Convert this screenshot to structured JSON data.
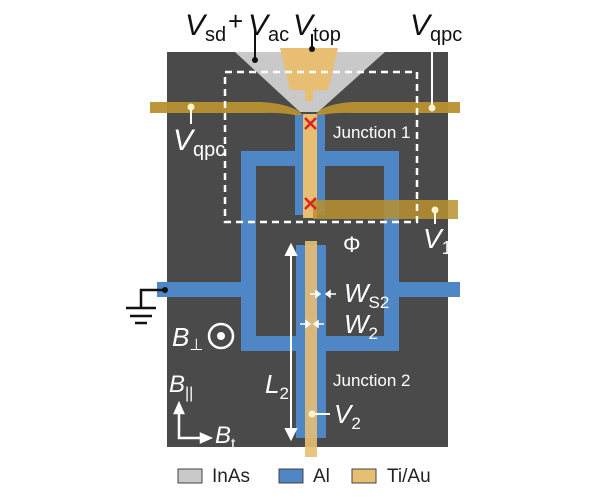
{
  "colors": {
    "substrate": "#4a4a4a",
    "inas": "#c9c9c9",
    "al": "#4f86c6",
    "tiau": "#e8bf72",
    "tiau_dark": "#b8902f",
    "cross": "#e02020",
    "white": "#ffffff",
    "black": "#111111"
  },
  "labels": {
    "vsd_main": "V",
    "vsd_sub": "sd",
    "plus": "+",
    "vac_main": "V",
    "vac_sub": "ac",
    "vtop_main": "V",
    "vtop_sub": "top",
    "vqpc_right_main": "V",
    "vqpc_right_sub": "qpc",
    "vqpc_left_main": "V",
    "vqpc_left_sub": "qpc",
    "junction1": "Junction 1",
    "junction2": "Junction 2",
    "v1_main": "V",
    "v1_sub": "1",
    "v2_main": "V",
    "v2_sub": "2",
    "phi": "Φ",
    "ws2_main": "W",
    "ws2_sub": "S2",
    "w2_main": "W",
    "w2_sub": "2",
    "l2_main": "L",
    "l2_sub": "2",
    "bperp_main": "B",
    "bperp_sub": "⊥",
    "bpar_main": "B",
    "bpar_sub": "||",
    "bt_main": "B",
    "bt_sub": "t"
  },
  "legend": [
    {
      "label": "InAs",
      "material": "inas"
    },
    {
      "label": "Al",
      "material": "al"
    },
    {
      "label": "Ti/Au",
      "material": "tiau"
    }
  ]
}
